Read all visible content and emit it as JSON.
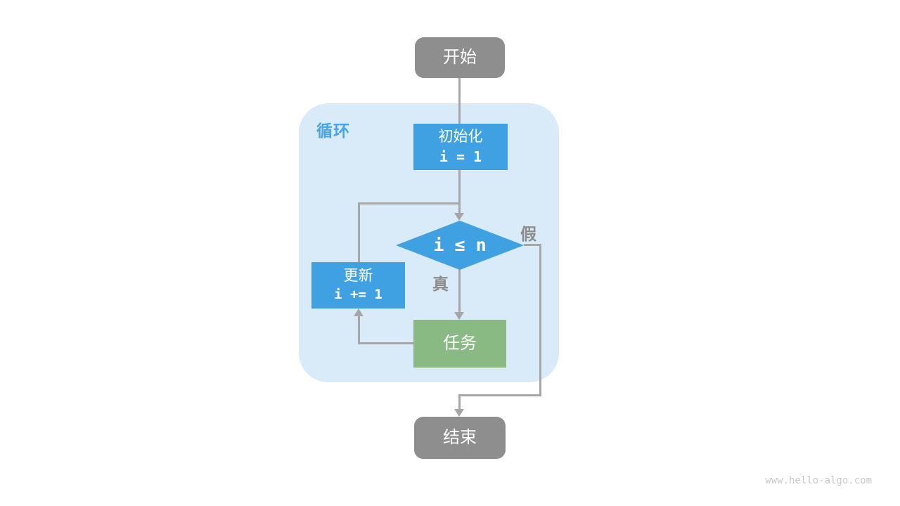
{
  "page": {
    "watermark": "www.hello-algo.com"
  },
  "colors": {
    "node-blue": "#3fa0e2",
    "node-green": "#8aba83",
    "node-gray": "#8e8e8e",
    "panel-blue": "#d9eaf8",
    "line-gray": "#a6a6a6",
    "label-gray": "#8c8c8c",
    "loop-label-blue": "#47a5e6",
    "watermark-gray": "#c9c9c9",
    "text-white": "#ffffff"
  },
  "flowchart": {
    "type": "flowchart",
    "loop_label": "循环",
    "start": {
      "label": "开始"
    },
    "init": {
      "title": "初始化",
      "code": "i = 1"
    },
    "condition": {
      "code": "i ≤ n"
    },
    "branch_true": "真",
    "branch_false": "假",
    "task": {
      "label": "任务"
    },
    "update": {
      "title": "更新",
      "code": "i += 1"
    },
    "end": {
      "label": "结束"
    }
  }
}
